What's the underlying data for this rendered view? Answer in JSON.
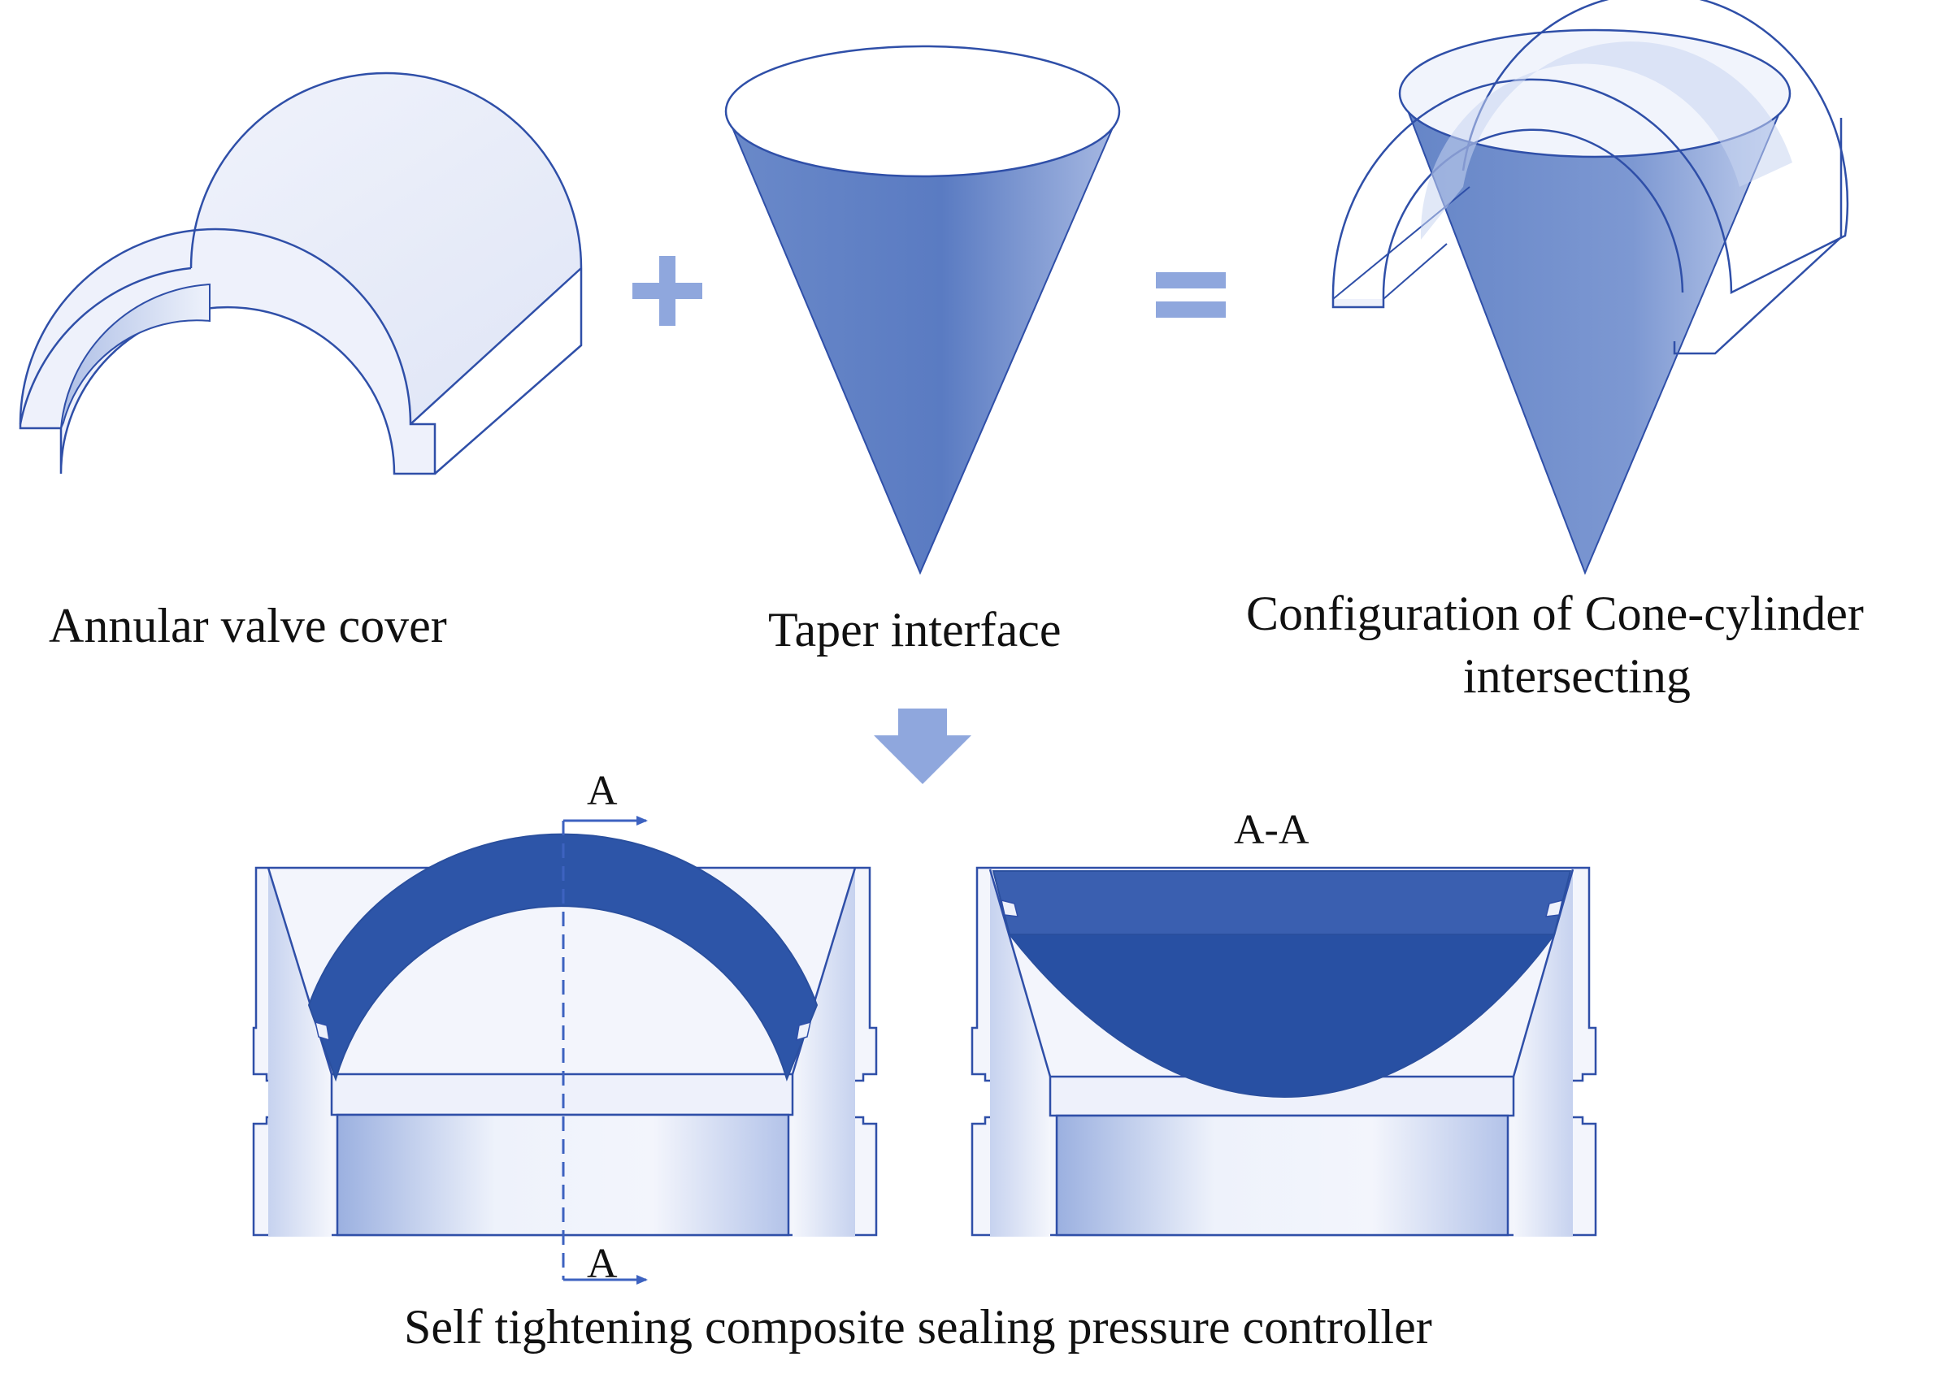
{
  "labels": {
    "annular_valve_cover": "Annular valve cover",
    "taper_interface": "Taper interface",
    "configuration_line1": "Configuration of Cone-cylinder",
    "configuration_line2": "intersecting",
    "section_mark_top": "A",
    "section_mark_bottom": "A",
    "section_view_title": "A-A",
    "assembly_caption": "Self tightening composite sealing pressure controller"
  },
  "operators": {
    "plus": "+",
    "equals": "=",
    "result_arrow": "down-arrow"
  },
  "colors": {
    "line": "#2f4fa8",
    "cone_dark": "#5d7ec4",
    "cone_light": "#a7b9e2",
    "solid_fill": "#eef1fb",
    "operator": "#8fa7dd",
    "seal": "#2d55a8",
    "seal_deep": "#2850a3"
  }
}
